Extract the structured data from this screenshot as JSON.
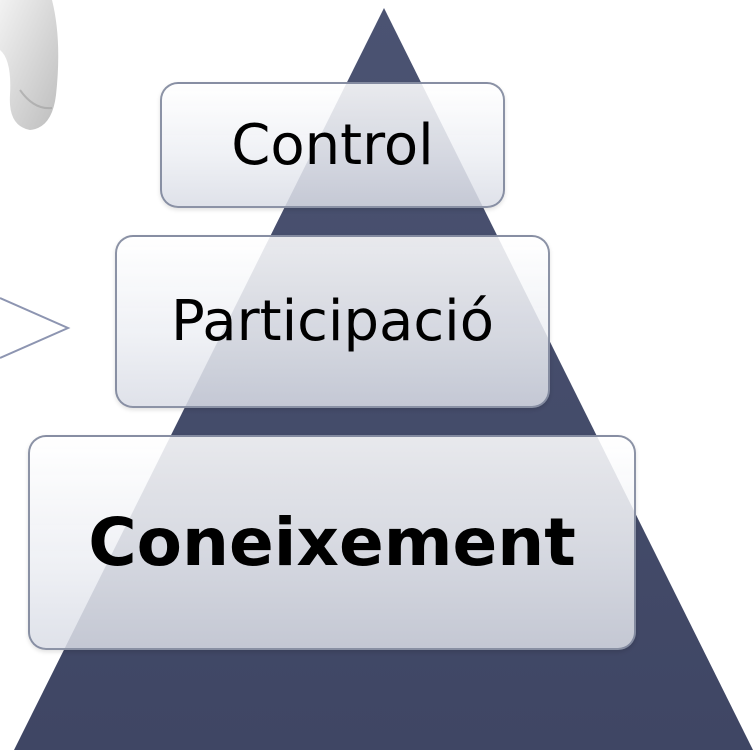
{
  "pyramid": {
    "levels": [
      {
        "label": "Control"
      },
      {
        "label": "Participació"
      },
      {
        "label": "Coneixement"
      }
    ],
    "colors": {
      "pyramid_fill": "#464e6b",
      "box_border": "#78809a",
      "text": "#000000"
    }
  }
}
